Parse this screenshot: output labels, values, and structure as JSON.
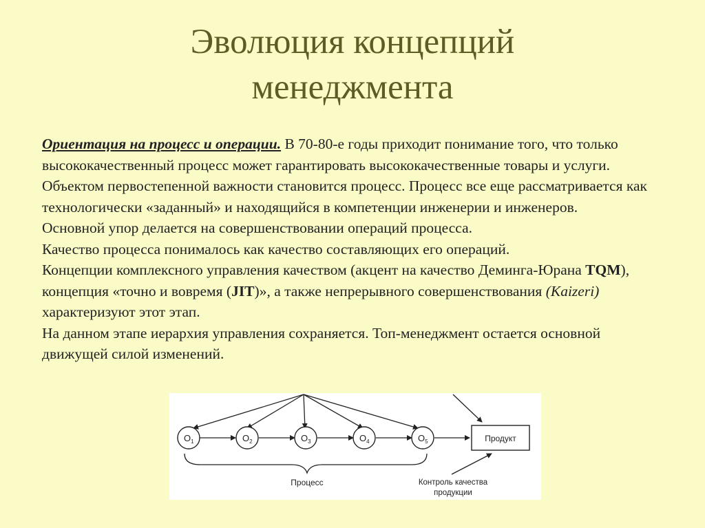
{
  "title": {
    "line1": "Эволюция концепций",
    "line2": "менеджмента"
  },
  "body": {
    "p1_lead": "Ориентация на процесс и операции.",
    "p1_text": " В 70-80-е годы приходит понимание того, что только высококачественный процесс может гарантировать высококачественные товары и услуги. Объектом первостепенной важности становится процесс. Процесс все еще рассматривается как технологически «заданный» и находящийся в компетенции инженерии и инженеров.",
    "p2": "Основной упор делается на совершенствовании операций процесса.",
    "p3": "Качество процесса понималось как качество составляющих его операций.",
    "p4_part1": "Концепции комплексного управления качеством (акцент на качество Деминга-Юрана ",
    "p4_tqm": "TQM",
    "p4_part2": "), концепция «точно и вовремя (",
    "p4_jit": "JIT",
    "p4_part3": ")», а также непрерывного совершенствования ",
    "p4_kaizeri": "(Kaizeri)",
    "p4_part4": " характеризуют этот этап.",
    "p5": "На данном этапе иерархия управления сохраняется. Топ-менеджмент остается основной движущей силой изменений."
  },
  "diagram": {
    "operations": [
      {
        "letter": "O",
        "sub": "1"
      },
      {
        "letter": "O",
        "sub": "2"
      },
      {
        "letter": "O",
        "sub": "3"
      },
      {
        "letter": "O",
        "sub": "4"
      },
      {
        "letter": "O",
        "sub": "5"
      }
    ],
    "product_label": "Продукт",
    "process_label": "Процесс",
    "quality_label_line1": "Контроль качества",
    "quality_label_line2": "продукции"
  }
}
